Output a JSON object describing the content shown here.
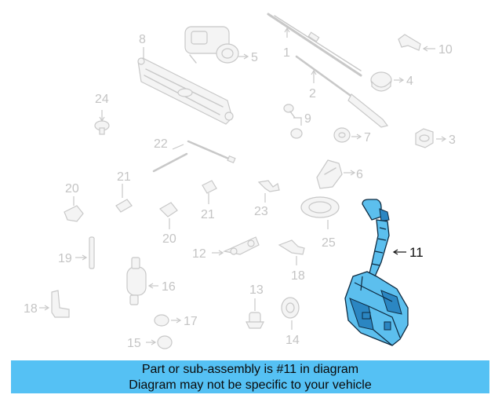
{
  "diagram": {
    "callouts": {
      "c1": "1",
      "c2": "2",
      "c3": "3",
      "c4": "4",
      "c5": "5",
      "c6": "6",
      "c7": "7",
      "c8": "8",
      "c9": "9",
      "c10": "10",
      "c11": "11",
      "c12": "12",
      "c13": "13",
      "c14": "14",
      "c15": "15",
      "c16": "16",
      "c17": "17",
      "c18a": "18",
      "c18b": "18",
      "c19": "19",
      "c20a": "20",
      "c20b": "20",
      "c21a": "21",
      "c21b": "21",
      "c22": "22",
      "c23": "23",
      "c24": "24",
      "c25": "25"
    },
    "highlight_color": "#5cbfee"
  },
  "banner": {
    "line1": "Part or sub-assembly is #11 in diagram",
    "line2": "Diagram may not be specific to your vehicle",
    "background": "#55c1f4"
  }
}
